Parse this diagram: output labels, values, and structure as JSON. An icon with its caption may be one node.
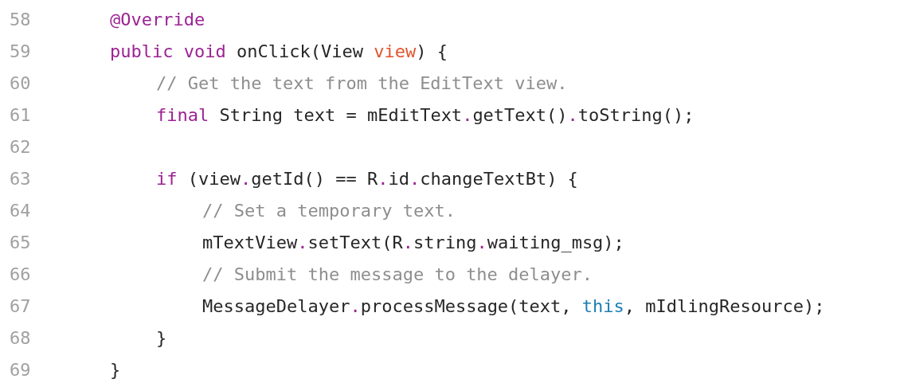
{
  "diagram": {
    "labels": [
      "58",
      "@Override",
      "59",
      "public void onClick(View view) {",
      "60",
      "// Get the text from the EditText view.",
      "61",
      "final String text = mEditText.getText().toString();",
      "62",
      "63",
      "if (view.getId() == R.id.changeTextBt) {",
      "64",
      "// Set a temporary text.",
      "65",
      "mTextView.setText(R.string.waiting_msg);",
      "66",
      "// Submit the message to the delayer.",
      "67",
      "MessageDelayer.processMessage(text, this, mIdlingResource);",
      "68",
      "}",
      "69",
      "}"
    ]
  }
}
